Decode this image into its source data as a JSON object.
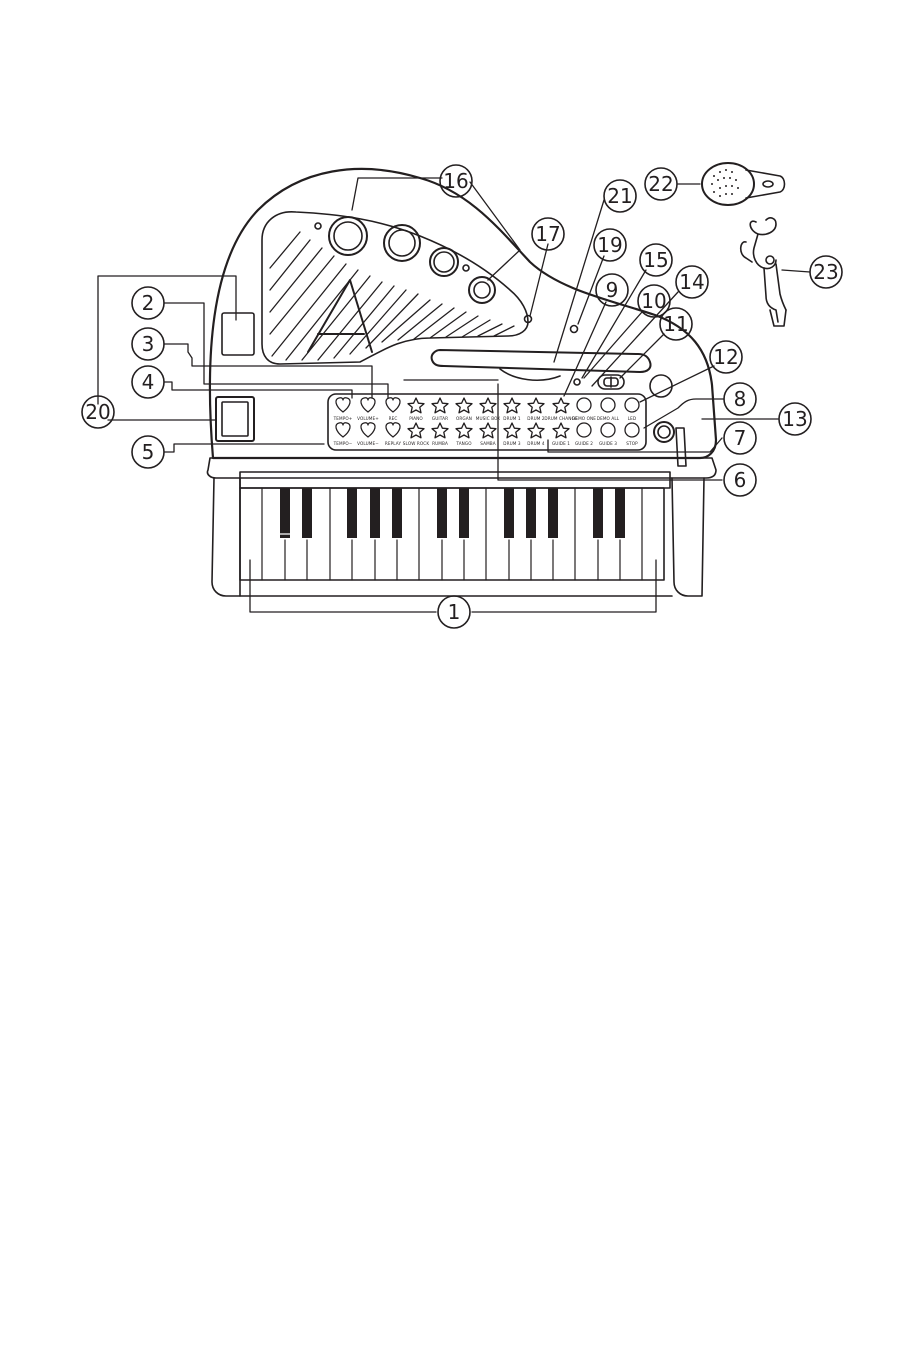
{
  "diagram": {
    "line_color": "#231f20",
    "background": "#ffffff",
    "callouts": {
      "c1": "1",
      "c2": "2",
      "c3": "3",
      "c4": "4",
      "c5": "5",
      "c6": "6",
      "c7": "7",
      "c8": "8",
      "c9": "9",
      "c10": "10",
      "c11": "11",
      "c12": "12",
      "c13": "13",
      "c14": "14",
      "c15": "15",
      "c16": "16",
      "c17": "17",
      "c19": "19",
      "c20": "20",
      "c21": "21",
      "c22": "22",
      "c23": "23"
    },
    "buttons": {
      "tempo_up": "TEMPO+",
      "volume_up": "VOLUME+",
      "rec": "REC",
      "piano": "PIANO",
      "guitar": "GUITAR",
      "organ": "ORGAN",
      "music_box": "MUSIC BOX",
      "drum1": "DRUM 1",
      "drum2": "DRUM 2",
      "drum_change": "DRUM CHANGE",
      "demo_one": "DEMO ONE",
      "demo_all": "DEMO ALL",
      "led": "LED",
      "tempo_down": "TEMPO−",
      "volume_down": "VOLUME−",
      "replay": "REPLAY",
      "slow_rock": "SLOW ROCK",
      "rumba": "RUMBA",
      "tango": "TANGO",
      "samba": "SAMBA",
      "drum3": "DRUM 3",
      "drum4": "DRUM 4",
      "guide1": "GUIDE 1",
      "guide2": "GUIDE 2",
      "guide3": "GUIDE 3",
      "stop": "STOP"
    }
  }
}
